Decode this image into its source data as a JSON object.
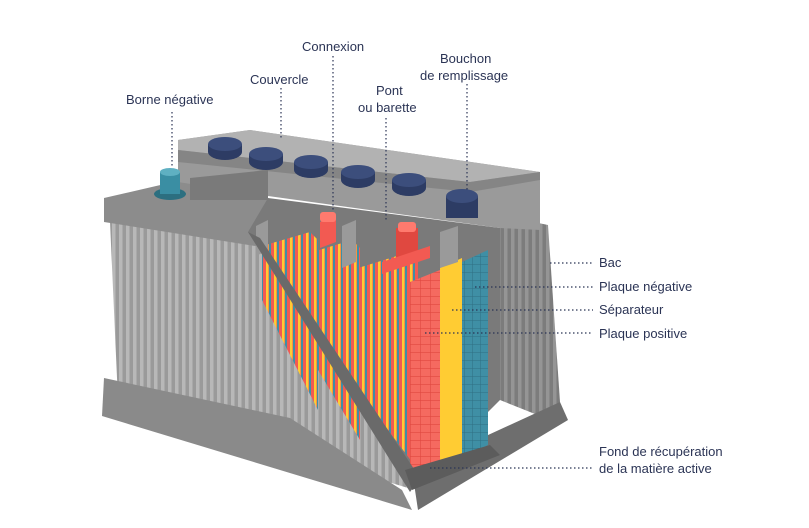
{
  "labels": {
    "borne_negative": "Borne négative",
    "couvercle": "Couvercle",
    "connexion": "Connexion",
    "pont_line1": "Pont",
    "pont_line2": "ou barette",
    "bouchon_line1": "Bouchon",
    "bouchon_line2": "de remplissage",
    "bac": "Bac",
    "plaque_negative": "Plaque négative",
    "separateur": "Séparateur",
    "plaque_positive": "Plaque positive",
    "fond_line1": "Fond de récupération",
    "fond_line2": "de la matière active"
  },
  "colors": {
    "label_text": "#2b3455",
    "leader": "#2b3455",
    "case_gray": "#8a8a8a",
    "case_dark": "#6e6e6e",
    "case_light": "#b4b4b4",
    "cap_navy": "#2d3c64",
    "terminal_teal": "#3a8ea3",
    "plate_positive": "#f25a52",
    "separator_yellow": "#ffcc33",
    "plate_negative": "#3f8fa5"
  }
}
